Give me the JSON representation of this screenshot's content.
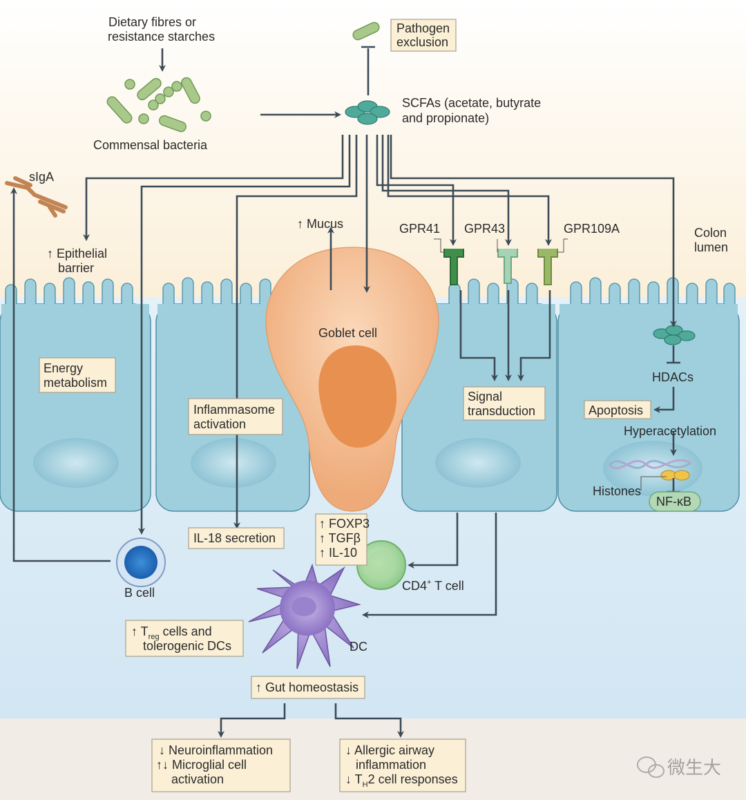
{
  "labels": {
    "dietary": [
      "Dietary fibres or",
      "resistance starches"
    ],
    "commensal": "Commensal bacteria",
    "pathogen": [
      "Pathogen",
      "exclusion"
    ],
    "scfas": [
      "SCFAs (acetate, butyrate",
      "and propionate)"
    ],
    "siga": "sIgA",
    "epithelial": [
      "↑ Epithelial",
      "barrier"
    ],
    "mucus": "↑ Mucus",
    "gpr41": "GPR41",
    "gpr43": "GPR43",
    "gpr109a": "GPR109A",
    "colon": [
      "Colon",
      "lumen"
    ],
    "goblet": "Goblet cell",
    "energy": [
      "Energy",
      "metabolism"
    ],
    "inflammasome": [
      "Inflammasome",
      "activation"
    ],
    "signal": [
      "Signal",
      "transduction"
    ],
    "hdacs": "HDACs",
    "apoptosis": "Apoptosis",
    "hyperacetylation": "Hyperacetylation",
    "histones": "Histones",
    "nfkb": "NF-κB",
    "il18": "IL-18 secretion",
    "foxp3": [
      "↑ FOXP3",
      "↑ TGFβ",
      "↑ IL-10"
    ],
    "bcell": "B cell",
    "cd4": "CD4",
    "cd4_sup": "+",
    "cd4_tail": " T cell",
    "treg_a": "↑ T",
    "treg_sub": "reg",
    "treg_b": " cells and",
    "treg_c": "tolerogenic DCs",
    "dc": "DC",
    "gut": "↑ Gut homeostasis",
    "neuro": [
      "↓ Neuroinflammation",
      "↑↓ Microglial cell",
      "activation"
    ],
    "allergic_a": "↓ Allergic airway",
    "allergic_b": "inflammation",
    "th_a": "↓ T",
    "th_sub": "H",
    "th_b": "2 cell responses",
    "watermark": "微生大"
  },
  "colors": {
    "cell": "#9fcfdd",
    "cell_stroke": "#4e8ea3",
    "goblet": "#f2b98c",
    "box": "#fbf0d6",
    "arrow": "#3c4a55",
    "bacteria": "#a9c98a"
  }
}
